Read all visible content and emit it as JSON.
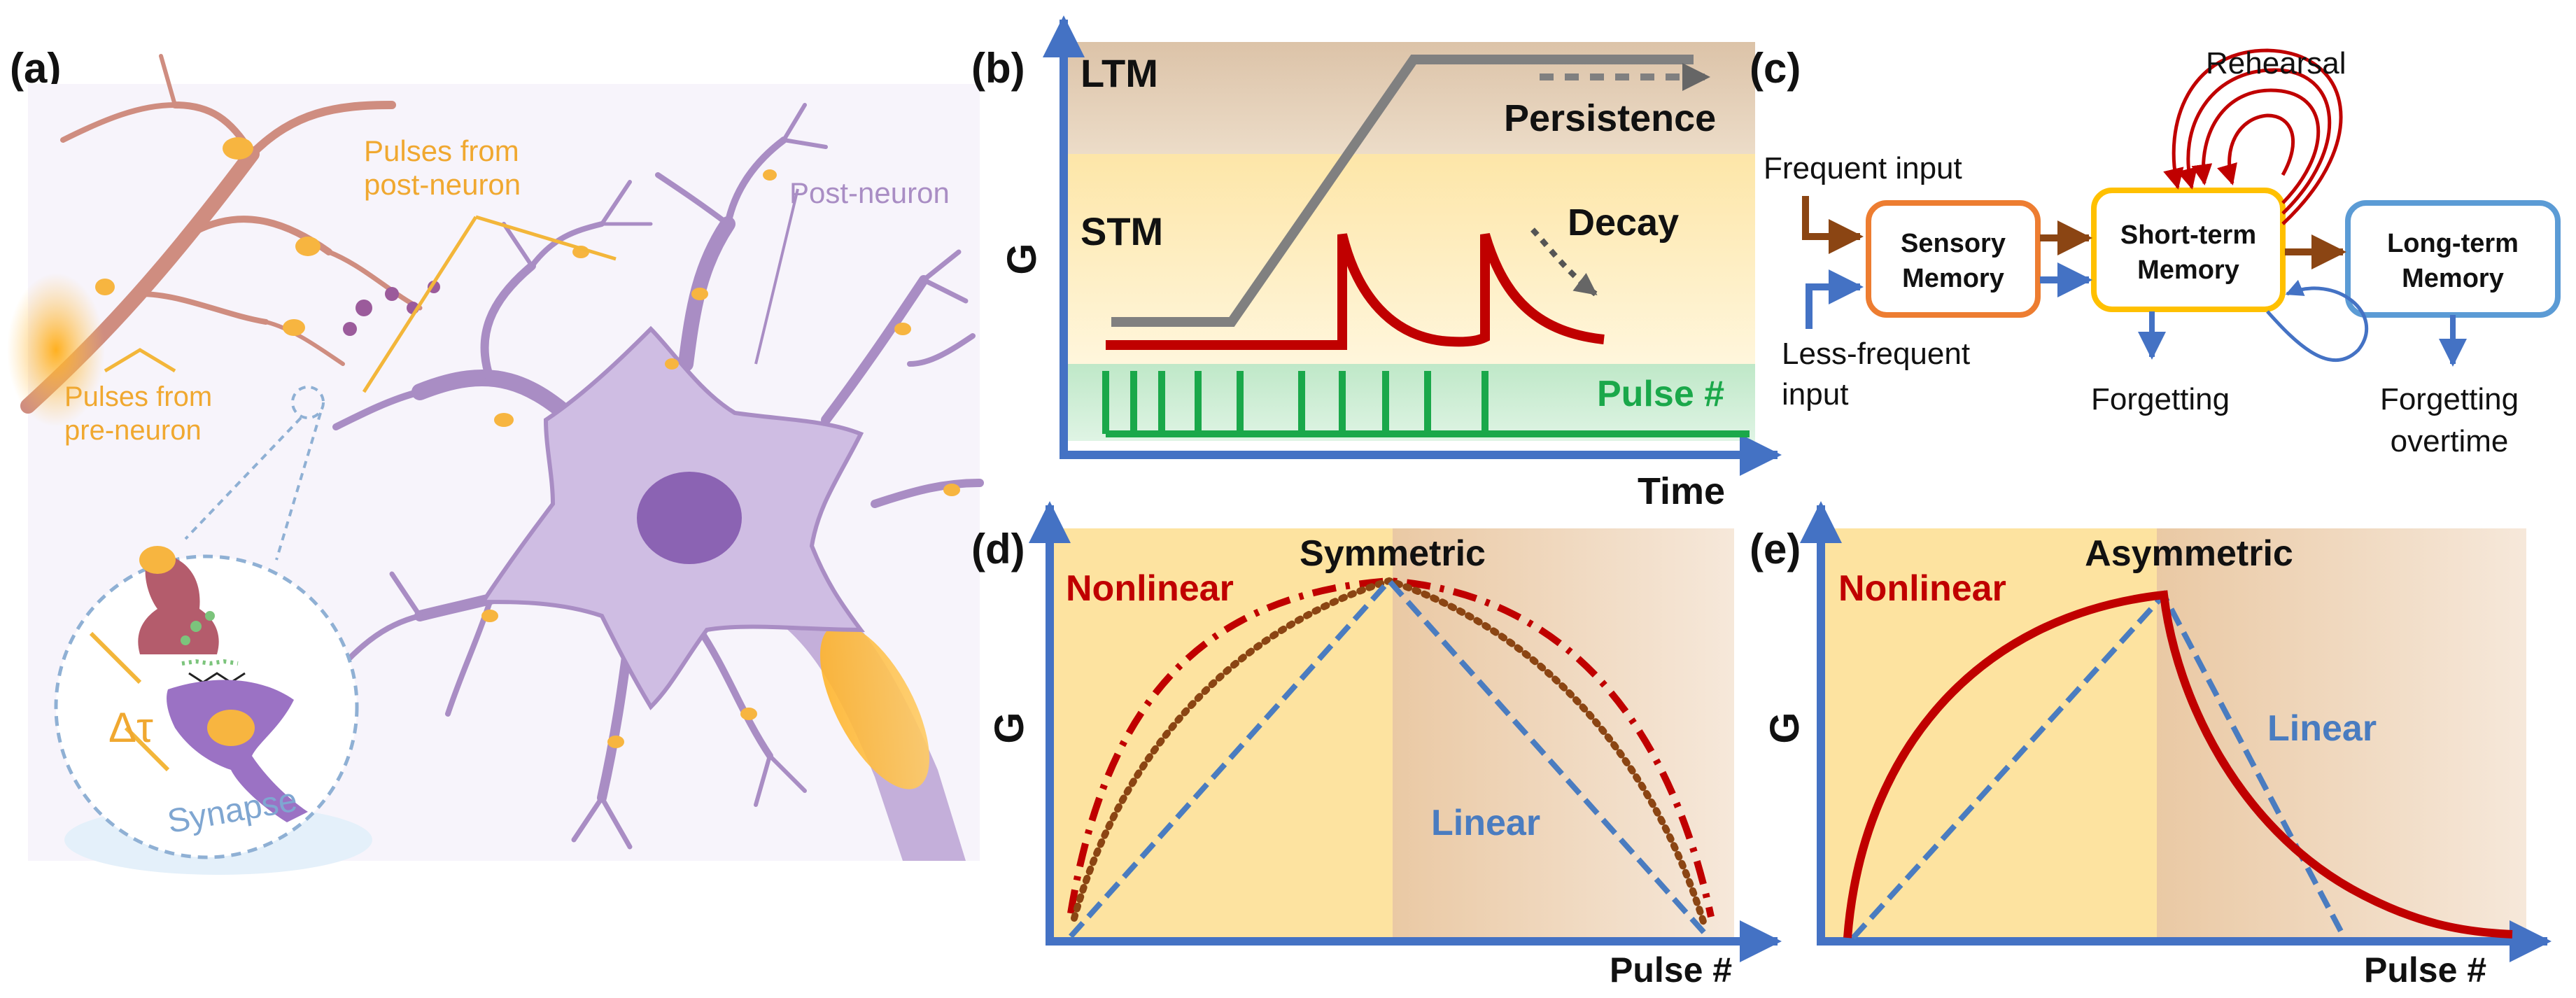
{
  "panels": {
    "a": {
      "label": "(a)",
      "pulses_post": [
        "Pulses from",
        "post-neuron"
      ],
      "post_neuron": "Post-neuron",
      "pulses_pre": [
        "Pulses from",
        "pre-neuron"
      ],
      "delta_tau": "Δτ",
      "synapse": "Synapse"
    },
    "b": {
      "label": "(b)",
      "ltm": "LTM",
      "stm": "STM",
      "persistence": "Persistence",
      "decay": "Decay",
      "pulse": "Pulse #",
      "ylabel": "G",
      "xlabel": "Time"
    },
    "c": {
      "label": "(c)",
      "frequent": "Frequent input",
      "less_frequent": [
        "Less-frequent",
        "input"
      ],
      "sensory": [
        "Sensory",
        "Memory"
      ],
      "short_term": [
        "Short-term",
        "Memory"
      ],
      "long_term": [
        "Long-term",
        "Memory"
      ],
      "rehearsal": "Rehearsal",
      "forgetting": "Forgetting",
      "forgetting_overtime": [
        "Forgetting",
        "overtime"
      ]
    },
    "d": {
      "label": "(d)",
      "nonlinear": "Nonlinear",
      "symmetric": "Symmetric",
      "linear": "Linear",
      "ylabel": "G",
      "xlabel": "Pulse #"
    },
    "e": {
      "label": "(e)",
      "nonlinear": "Nonlinear",
      "asymmetric": "Asymmetric",
      "linear": "Linear",
      "ylabel": "G",
      "xlabel": "Pulse #"
    }
  },
  "colors": {
    "axis": "#4472c4",
    "red": "#c00000",
    "gray": "#808080",
    "green": "#1aa84a",
    "brown": "#8b4513",
    "orange_box": "#ed7d31",
    "yellow_box": "#ffc000",
    "blue_box": "#5b9bd5",
    "linear_text": "#4a7cc0",
    "neuron": "#a98dc4"
  }
}
